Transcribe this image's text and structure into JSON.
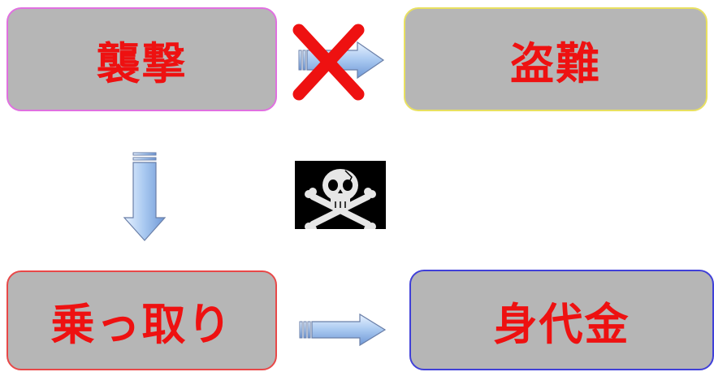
{
  "boxes": {
    "attack": {
      "label": "襲撃",
      "border_color": "#e070e0"
    },
    "theft": {
      "label": "盗難",
      "border_color": "#e8e060"
    },
    "hijack": {
      "label": "乗っ取り",
      "border_color": "#e84848"
    },
    "ransom": {
      "label": "身代金",
      "border_color": "#4040d8"
    }
  },
  "colors": {
    "box_fill": "#b6b6b6",
    "label_text": "#ee1111",
    "arrow_fill": "#a8c8f0",
    "cross": "#ee1111"
  },
  "icons": {
    "cross": "cross-mark-icon",
    "flag": "jolly-roger-icon"
  }
}
